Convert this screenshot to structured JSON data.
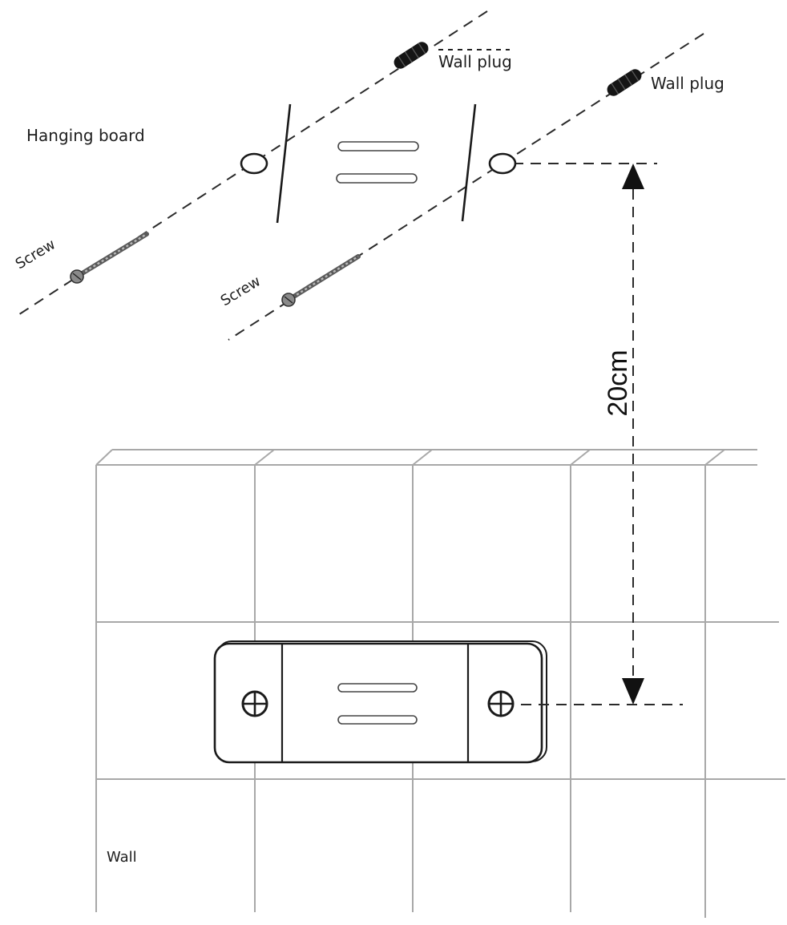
{
  "labels": {
    "wall_plug_1": "Wall plug",
    "wall_plug_2": "Wall plug",
    "hanging_board": "Hanging board",
    "screw_1": "Screw",
    "screw_2": "Screw",
    "distance": "20cm",
    "wall": "Wall"
  },
  "colors": {
    "line": "#1a1a1a",
    "tile_grid": "#a8a8a8",
    "wall_plug": "#151515",
    "screw": "#8a8a8a",
    "background": "#ffffff"
  }
}
